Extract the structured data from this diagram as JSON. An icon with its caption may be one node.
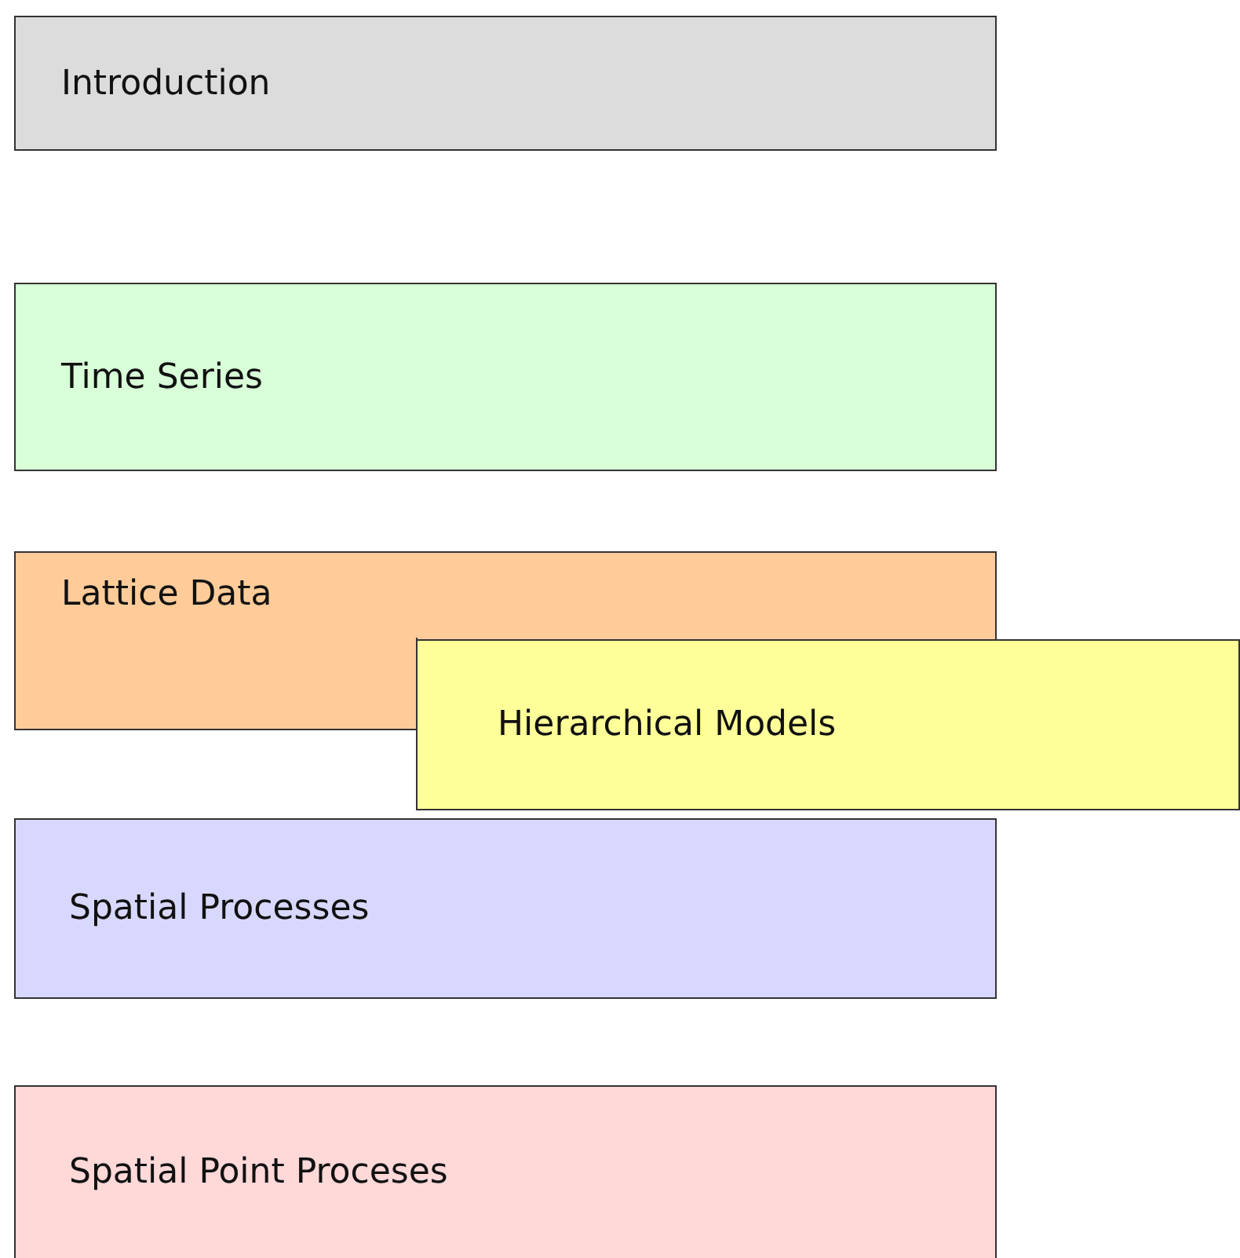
{
  "diagram": {
    "nodes": [
      {
        "text": [
          "Introduction"
        ]
      },
      {
        "text": [
          "Time Series"
        ]
      },
      {
        "text": [
          "Lattice Data"
        ]
      },
      {
        "text": [
          "Hierarchical Models"
        ]
      },
      {
        "text": [
          "Spatial Processes"
        ]
      },
      {
        "text": [
          "Spatial Point Proceses"
        ]
      }
    ]
  }
}
